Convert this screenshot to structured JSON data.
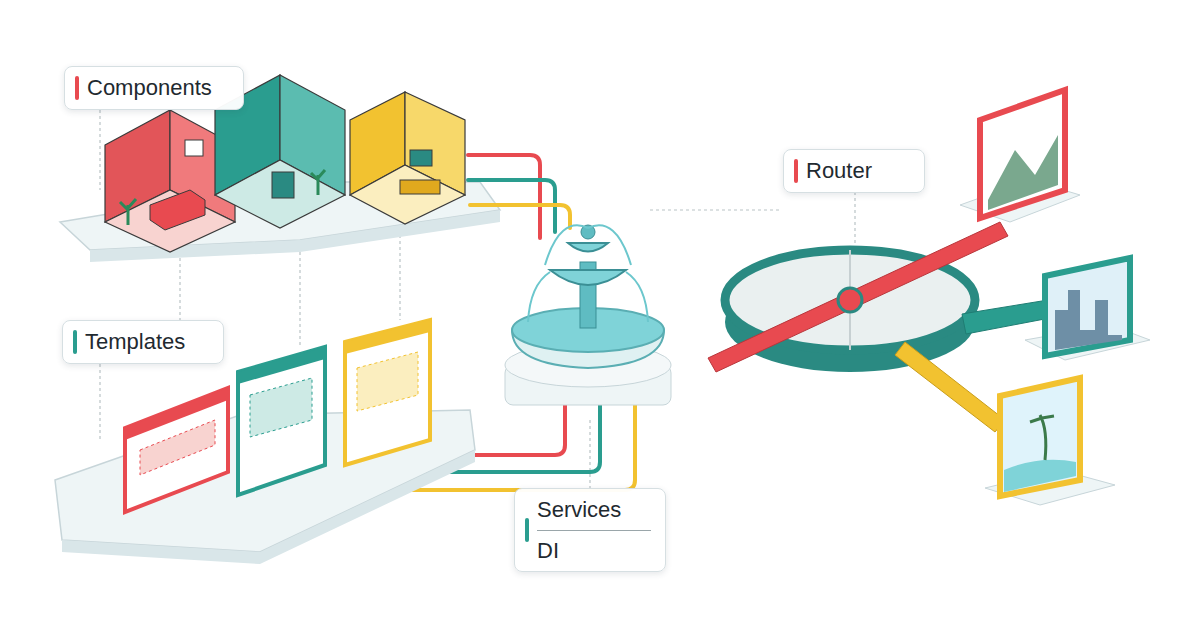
{
  "diagram": {
    "nodes": [
      {
        "text": [
          "Components"
        ]
      },
      {
        "text": [
          "Router"
        ]
      },
      {
        "text": [
          "Templates"
        ]
      },
      {
        "text": [
          "Services",
          "DI"
        ]
      }
    ]
  }
}
